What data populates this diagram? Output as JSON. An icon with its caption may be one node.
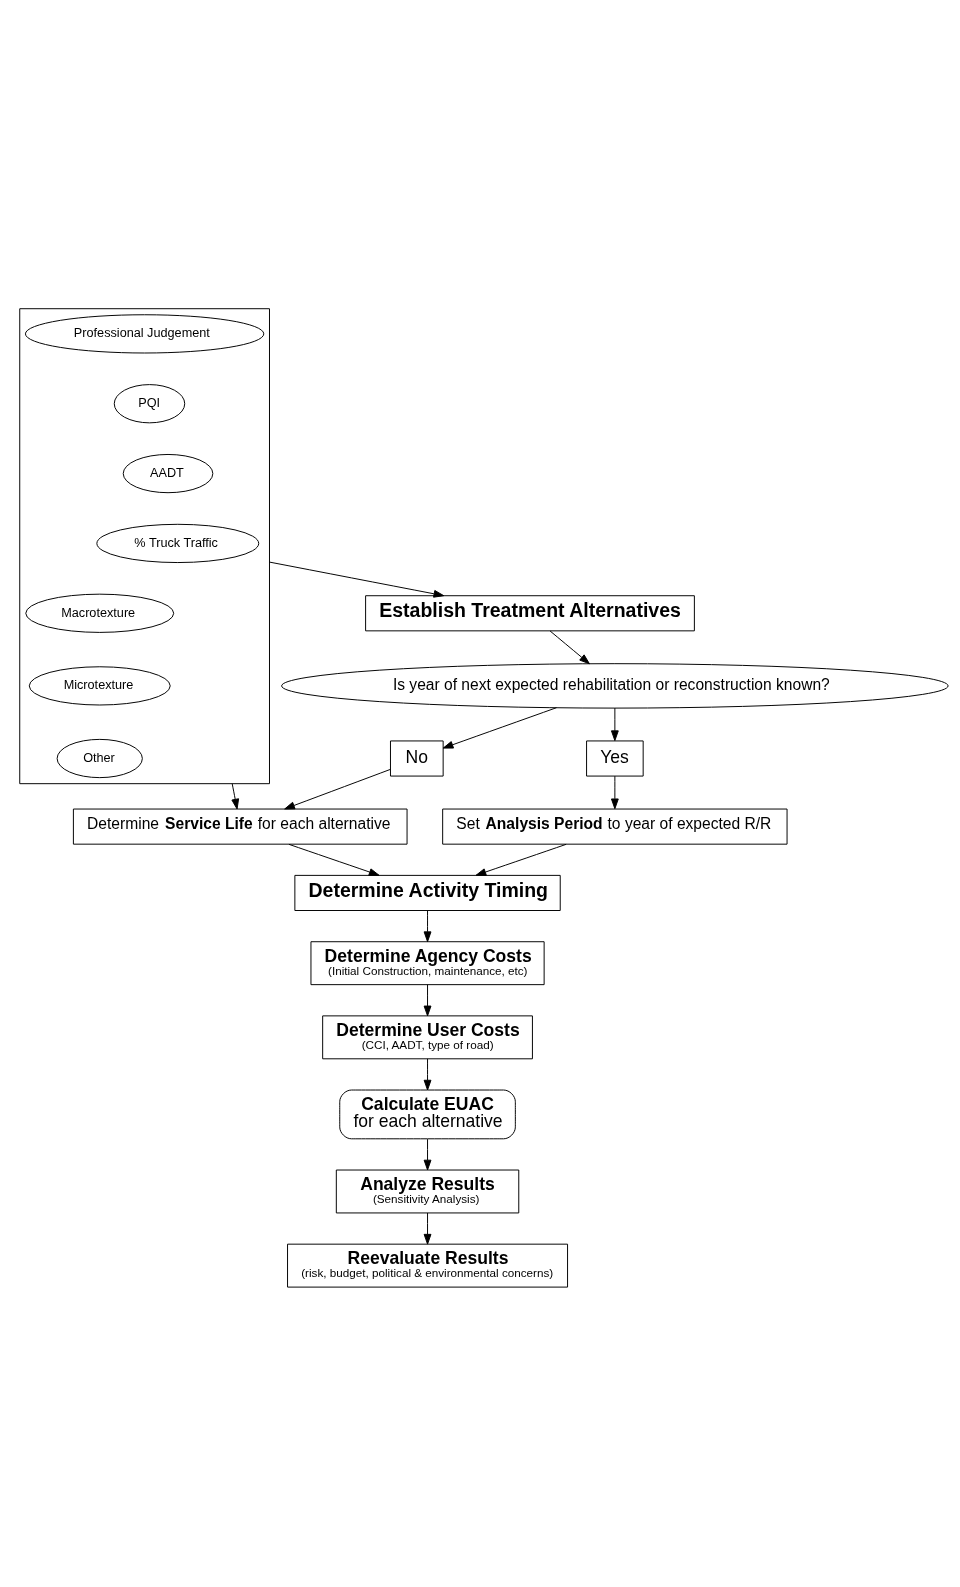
{
  "diagram": {
    "nodes": [
      {
        "text": [],
        "shape": "box"
      },
      {
        "text": [
          "Professional Judgement"
        ],
        "in": 0
      },
      {
        "text": [
          "PQI"
        ],
        "in": 0
      },
      {
        "text": [
          "AADT"
        ],
        "in": 0
      },
      {
        "text": [
          "% Truck Traffic"
        ],
        "in": 0
      },
      {
        "text": [
          "Macrotexture"
        ],
        "in": 0
      },
      {
        "text": [
          "Microtexture"
        ],
        "in": 0
      },
      {
        "text": [
          "Other"
        ],
        "in": 0
      },
      {
        "text": [
          "Establish Treatment Alternatives"
        ]
      },
      {
        "text": [
          "Is year of next expected rehabilitation or reconstruction known?"
        ]
      },
      {
        "text": [
          "No"
        ]
      },
      {
        "text": [
          "Yes"
        ]
      },
      {
        "text": [
          "Determine **Service Life** for each alternative"
        ]
      },
      {
        "text": [
          "Set **Analysis Period** to year of expected R/R"
        ]
      },
      {
        "text": [
          "Determine Activity Timing"
        ]
      },
      {
        "text": [
          "Determine Agency Costs",
          "(Initial Construction, maintenance, etc)"
        ]
      },
      {
        "text": [
          "Determine User Costs",
          "(CCI, AADT, type of road)"
        ]
      },
      {
        "text": [
          "Calculate EUAC",
          "for each alternative"
        ]
      },
      {
        "text": [
          "Analyze Results",
          "(Sensitivity Analysis)"
        ]
      },
      {
        "text": [
          "Reevaluate Results",
          "(risk, budget, political & environmental concerns)"
        ]
      }
    ],
    "edges": [
      {
        "from": 0,
        "to": 8,
        "arrow": "to"
      },
      {
        "from": 8,
        "to": 9,
        "arrow": "to"
      },
      {
        "from": 9,
        "to": 10,
        "arrow": "to"
      },
      {
        "from": 9,
        "to": 11,
        "arrow": "to"
      },
      {
        "from": 0,
        "to": 12,
        "arrow": "to"
      },
      {
        "from": 10,
        "to": 12,
        "arrow": "to"
      },
      {
        "from": 11,
        "to": 13,
        "arrow": "to"
      },
      {
        "from": 12,
        "to": 14,
        "arrow": "to"
      },
      {
        "from": 13,
        "to": 14,
        "arrow": "to"
      },
      {
        "from": 14,
        "to": 15,
        "arrow": "to"
      },
      {
        "from": 15,
        "to": 16,
        "arrow": "to"
      },
      {
        "from": 16,
        "to": 17,
        "arrow": "to"
      },
      {
        "from": 17,
        "to": 18,
        "arrow": "to"
      },
      {
        "from": 18,
        "to": 19,
        "arrow": "to"
      }
    ]
  }
}
